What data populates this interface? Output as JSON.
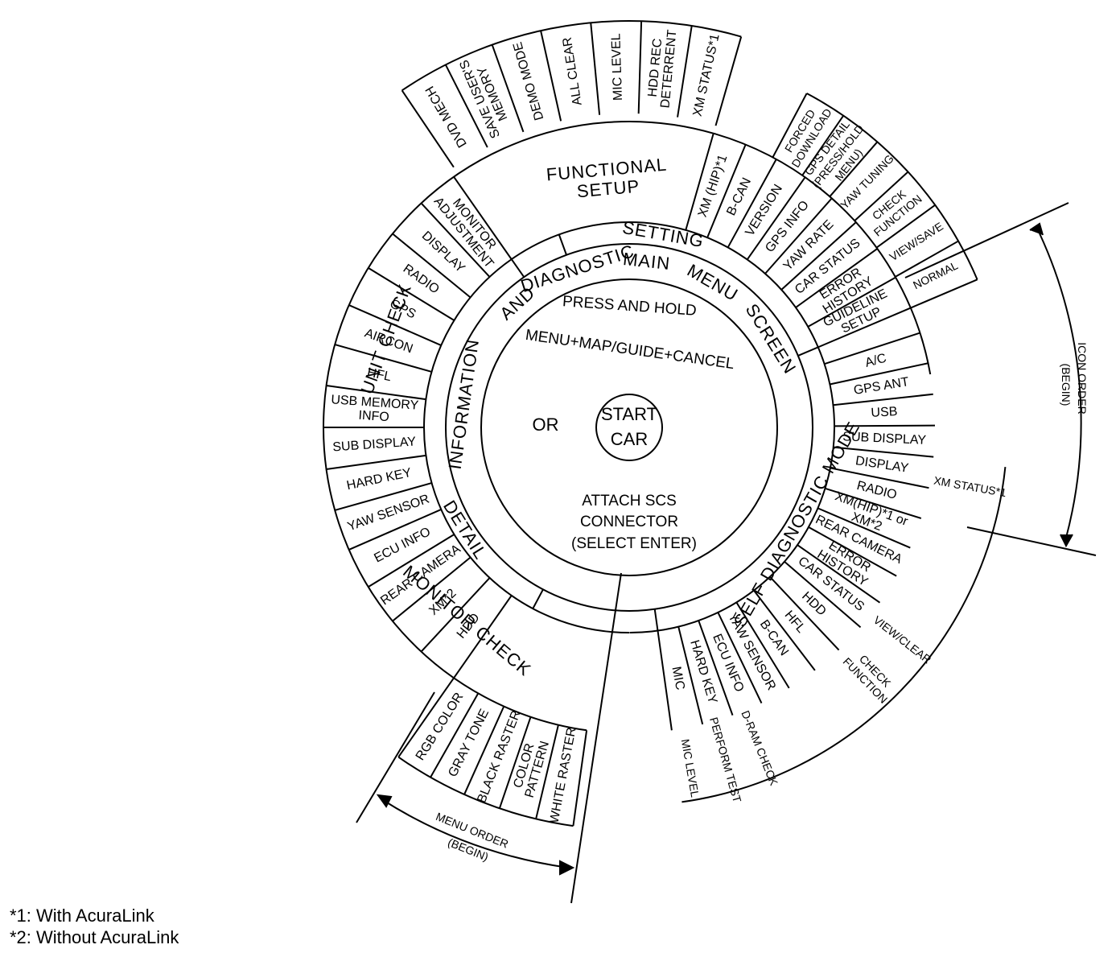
{
  "center": {
    "start_car": [
      "START",
      "CAR"
    ],
    "or": "OR",
    "press_hold": "PRESS AND HOLD",
    "combo": "MENU+MAP/GUIDE+CANCEL",
    "attach": [
      "ATTACH SCS",
      "CONNECTOR",
      "(SELECT ENTER)"
    ]
  },
  "ring_title": "INFORMATION AND DIAGNOSTIC MAIN MENU SCREEN",
  "ring_title_parts": [
    "INFORMATION",
    "AND",
    "DIAGNOSTIC",
    "MAIN",
    "MENU",
    "SCREEN"
  ],
  "menu_arcs": {
    "setting": "SETTING",
    "detail": "DETAIL",
    "self_diag": "SELF DIAGNOSTIC MODE",
    "functional_setup": "FUNCTIONAL SETUP",
    "unit_check": "UNIT CHECK",
    "monitor_check": "MONITOR CHECK"
  },
  "functional_setup_items": [
    "DVD MECH",
    "SAVE USER'S MEMORY",
    "DEMO MODE",
    "ALL CLEAR",
    "MIC LEVEL",
    "HDD REC DETERRENT",
    "XM STATUS*1"
  ],
  "setting_items": [
    "XM (HIP)*1",
    "B-CAN",
    "VERSION",
    "GPS INFO",
    "YAW RATE",
    "CAR STATUS",
    "ERROR HISTORY",
    "GUIDELINE SETUP"
  ],
  "setting_sub_items": [
    "FORCED DOWNLOAD",
    "GPS DETAIL (PRESS/HOLD MENU)",
    "YAW TUNING",
    "CHECK FUNCTION",
    "VIEW/SAVE",
    "NORMAL"
  ],
  "self_diag_items": [
    "A/C",
    "GPS ANT",
    "USB",
    "SUB DISPLAY",
    "DISPLAY",
    "RADIO",
    "XM(HIP)*1 or XM*2",
    "REAR CAMERA",
    "ERROR HISTORY",
    "CAR STATUS",
    "HDD",
    "HFL",
    "B-CAN",
    "YAW SENSOR",
    "ECU INFO",
    "HARD KEY",
    "MIC"
  ],
  "self_diag_sub_items": [
    "XM STATUS*1",
    "VIEW/CLEAR",
    "CHECK FUNCTION",
    "D-RAM CHECK",
    "PERFORM TEST",
    "MIC LEVEL"
  ],
  "unit_check_items": [
    "HDD",
    "XM*2",
    "REAR CAMERA",
    "ECU INFO",
    "YAW SENSOR",
    "HARD KEY",
    "SUB DISPLAY",
    "USB MEMORY INFO",
    "HFL",
    "AIRCON",
    "GPS",
    "RADIO",
    "DISPLAY",
    "MONITOR ADJUSTMENT"
  ],
  "monitor_check_items": [
    "WHITE RASTER",
    "COLOR PATTERN",
    "BLACK RASTER",
    "GRAY TONE",
    "RGB COLOR"
  ],
  "icon_order": [
    "ICON ORDER",
    "(BEGIN)"
  ],
  "menu_order": [
    "MENU ORDER",
    "(BEGIN)"
  ],
  "footnotes": [
    "*1: With AcuraLink",
    "*2: Without AcuraLink"
  ]
}
